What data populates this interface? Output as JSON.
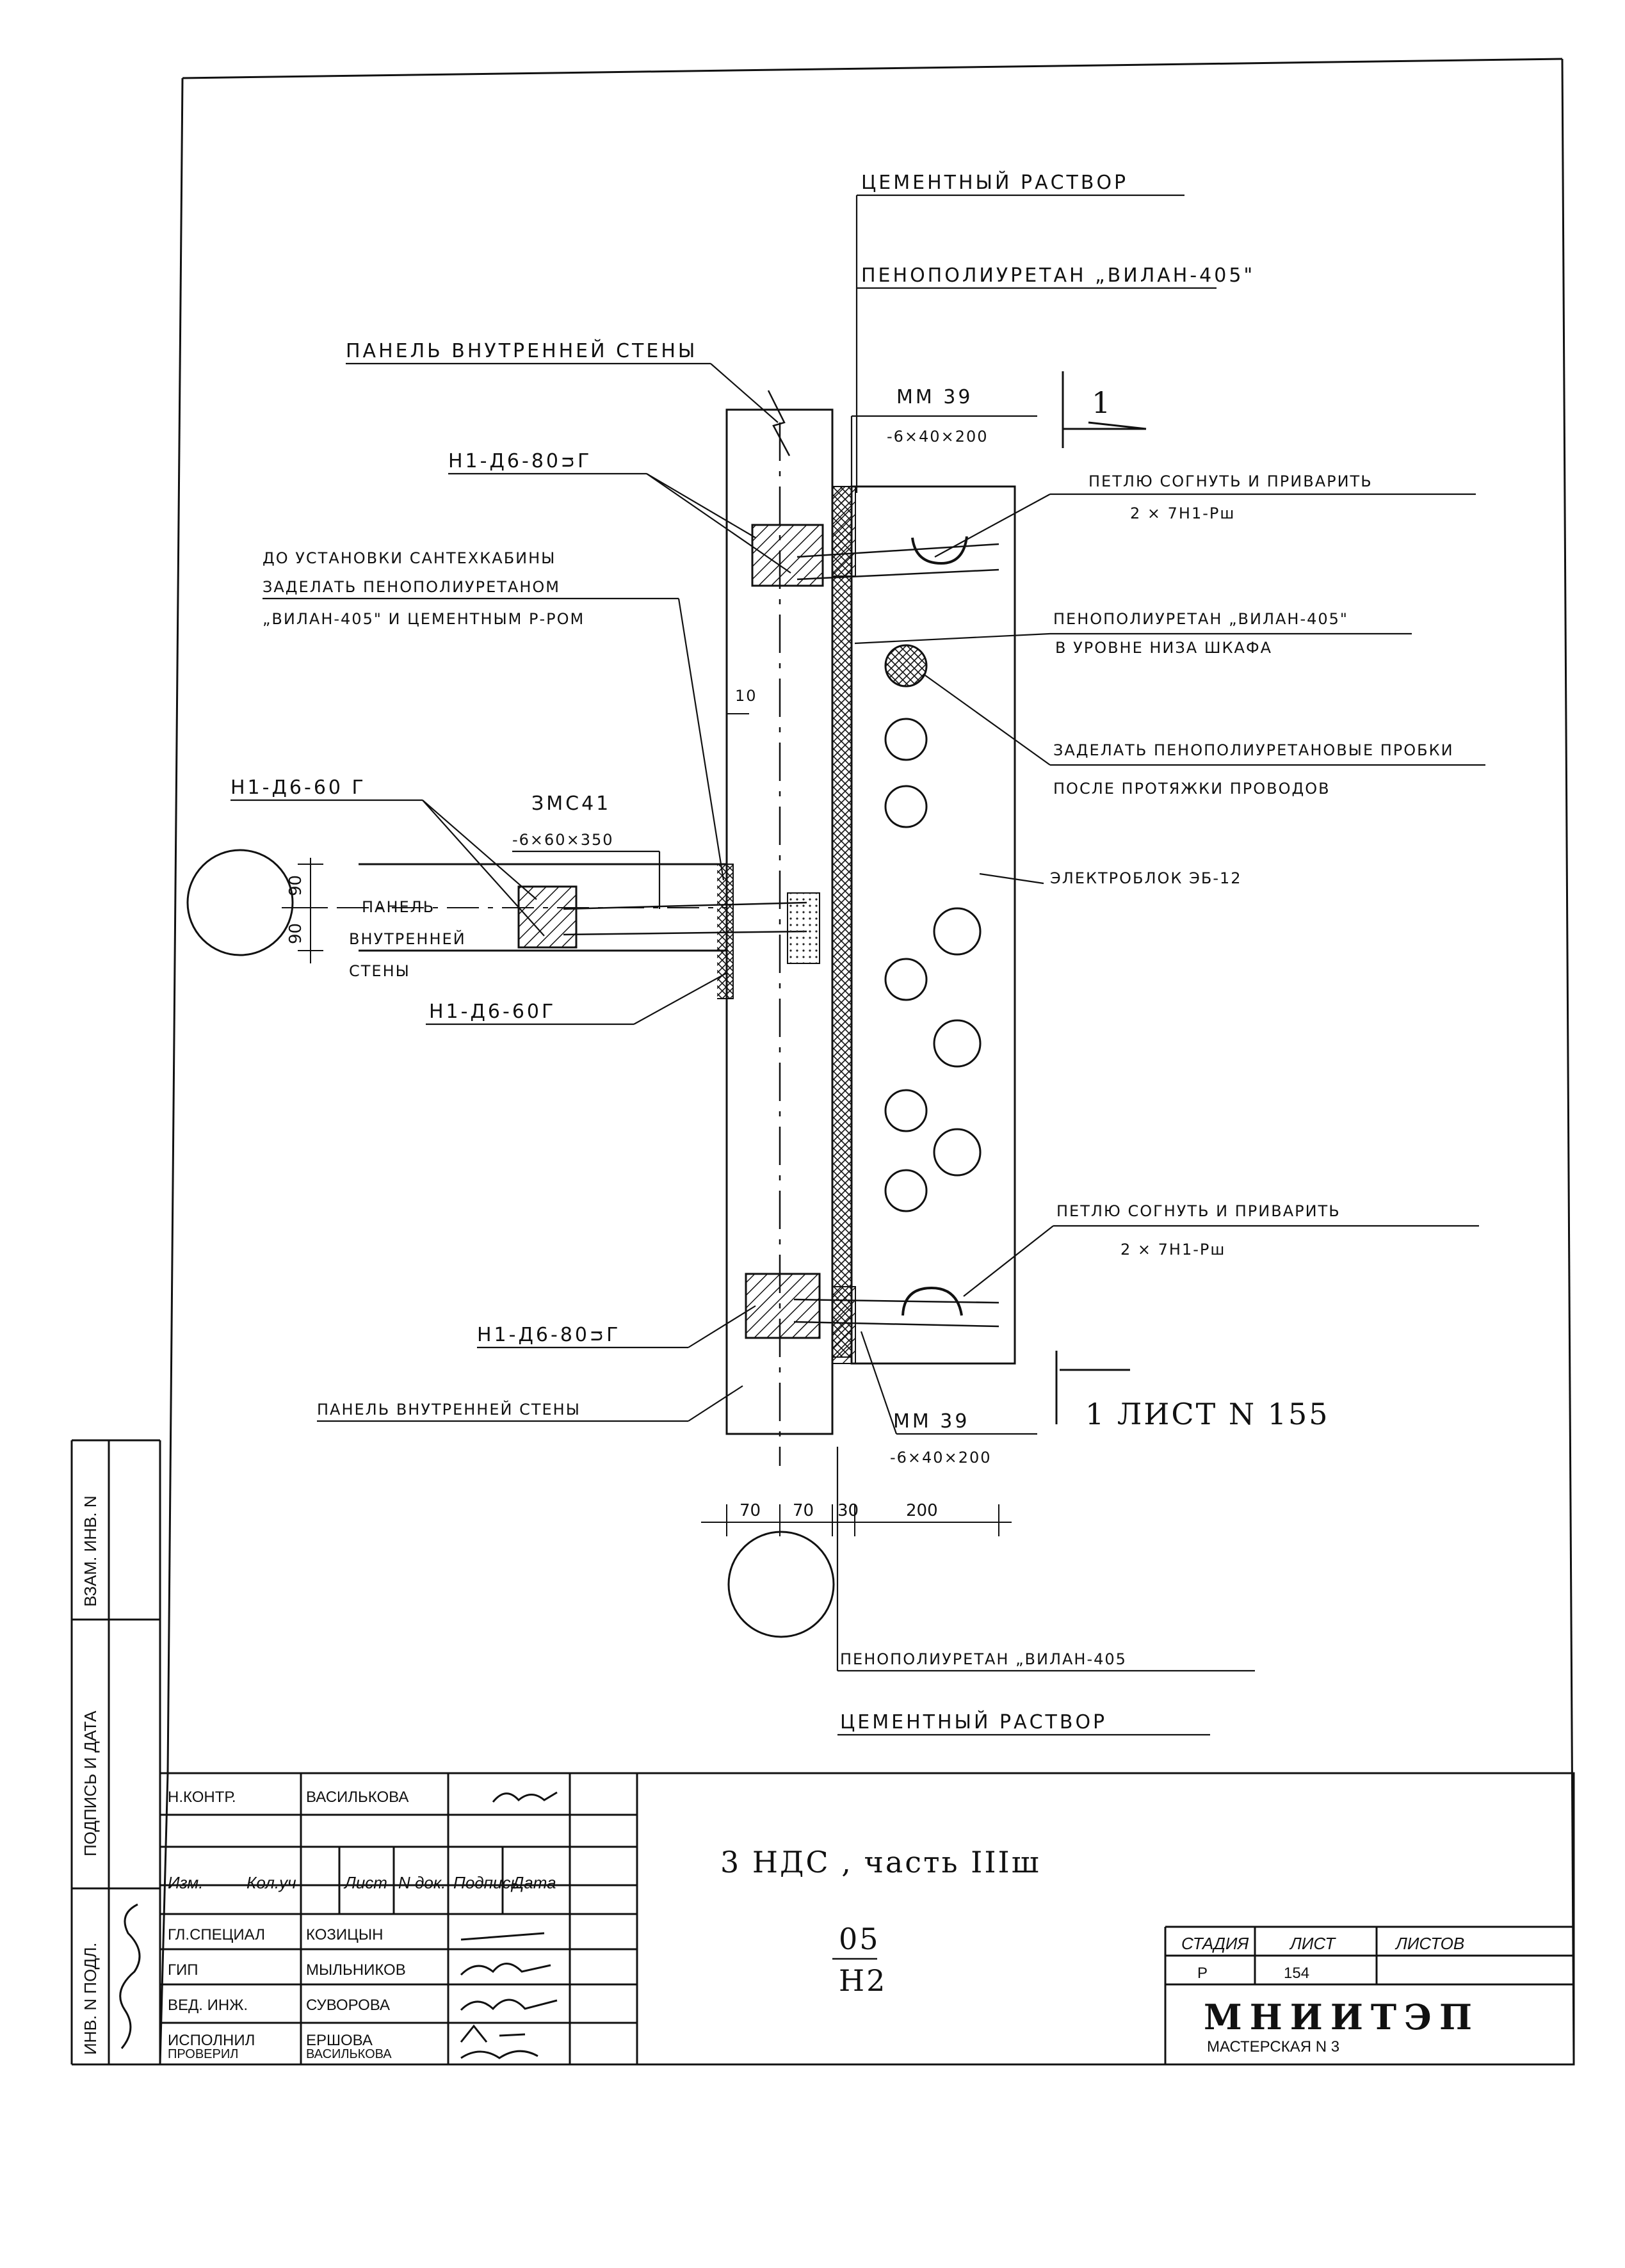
{
  "labels": {
    "cement_top": "ЦЕМЕНТНЫЙ РАСТВОР",
    "foam_top": "ПЕНОПОЛИУРЕТАН „ВИЛАН-405\"",
    "panel_top": "ПАНЕЛЬ ВНУТРЕННЕЙ СТЕНЫ",
    "mm39_top_code": "ММ 39",
    "mm39_top_size": "-6×40×200",
    "section_mark": "1",
    "h1_top": "Н1-Д6-80ᴝГ",
    "loop_top_1": "ПЕТЛЮ СОГНУТЬ И ПРИВАРИТЬ",
    "loop_top_2": "2 × 7Н1-Рш",
    "before_install_1": "ДО УСТАНОВКИ САНТЕХКАБИНЫ",
    "before_install_2": "ЗАДЕЛАТЬ ПЕНОПОЛИУРЕТАНОМ",
    "before_install_3": "„ВИЛАН-405\" И ЦЕМЕНТНЫМ Р-РОМ",
    "foam_mid_1": "ПЕНОПОЛИУРЕТАН „ВИЛАН-405\"",
    "foam_mid_2": "В УРОВНЕ НИЗА ШКАФА",
    "dim_10": "10",
    "plugs_1": "ЗАДЕЛАТЬ ПЕНОПОЛИУРЕТАНОВЫЕ ПРОБКИ",
    "plugs_2": "ПОСЛЕ ПРОТЯЖКИ ПРОВОДОВ",
    "h1_mid": "Н1-Д6-60 Г",
    "zmc_code": "ЗМС41",
    "zmc_size": "-6×60×350",
    "electroblock": "ЭЛЕКТРОБЛОК ЭБ-12",
    "dim_90a": "90",
    "dim_90b": "90",
    "panel_side_1": "ПАНЕЛЬ",
    "panel_side_2": "ВНУТРЕННЕЙ",
    "panel_side_3": "СТЕНЫ",
    "h1_low": "Н1-Д6-60Г",
    "loop_bot_1": "ПЕТЛЮ СОГНУТЬ И ПРИВАРИТЬ",
    "loop_bot_2": "2 × 7Н1-Рш",
    "h1_bot": "Н1-Д6-80ᴝГ",
    "panel_bot": "ПАНЕЛЬ ВНУТРЕННЕЙ СТЕНЫ",
    "mm39_bot_code": "ММ 39",
    "mm39_bot_size": "-6×40×200",
    "section_ref": "1 ЛИСТ N 155",
    "dim_70a": "70",
    "dim_70b": "70",
    "dim_30": "30",
    "dim_200": "200",
    "foam_bot": "ПЕНОПОЛИУРЕТАН „ВИЛАН-405",
    "cement_bot": "ЦЕМЕНТНЫЙ РАСТВОР"
  },
  "side_strip": {
    "vzam": "ВЗАМ. ИНВ. N",
    "sign_date": "ПОДПИСЬ И ДАТА",
    "inv_podl": "ИНВ. N ПОДЛ."
  },
  "title_block": {
    "rows": [
      {
        "role": "Н.КОНТР.",
        "name": "ВАСИЛЬКОВА"
      },
      {
        "role": "Изм.",
        "name": "Кол.уч"
      },
      {
        "role": "ГЛ.СПЕЦИАЛ",
        "name": "КОЗИЦЫН"
      },
      {
        "role": "ГИП",
        "name": "МЫЛЬНИКОВ"
      },
      {
        "role": "ВЕД. ИНЖ.",
        "name": "СУВОРОВА"
      },
      {
        "role": "ИСПОЛНИЛ",
        "name": "ЕРШОВА"
      },
      {
        "role": "ПРОВЕРИЛ",
        "name": "ВАСИЛЬКОВА"
      }
    ],
    "col_list": "Лист",
    "col_ndoc": "N док.",
    "col_sign": "Подпись",
    "col_date": "Дата",
    "project_title": "3 НДС , часть IIIш",
    "code_top": "05",
    "code_bottom": "Н2",
    "stage_label": "СТАДИЯ",
    "sheet_label": "ЛИСТ",
    "sheets_label": "ЛИСТОВ",
    "stage_value": "Р",
    "sheet_value": "154",
    "sheets_value": "",
    "org_name": "МНИИТЭП",
    "org_sub": "МАСТЕРСКАЯ N 3"
  }
}
